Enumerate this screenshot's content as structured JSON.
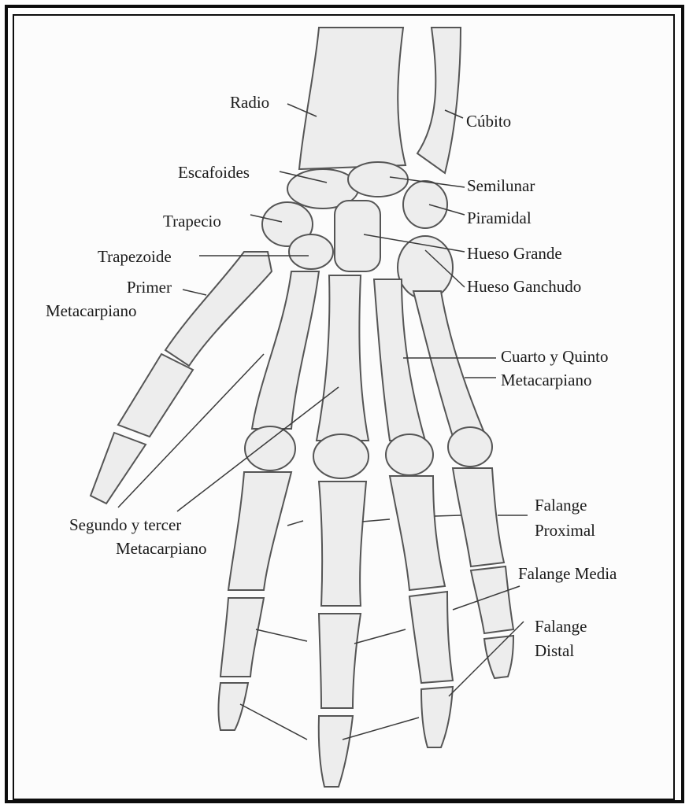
{
  "labels": {
    "radio": "Radio",
    "cubito": "Cúbito",
    "escafoides": "Escafoides",
    "semilunar": "Semilunar",
    "trapecio": "Trapecio",
    "piramidal": "Piramidal",
    "trapezoide": "Trapezoide",
    "hueso_grande": "Hueso Grande",
    "primer_metacarpiano": [
      "Primer",
      "Metacarpiano"
    ],
    "hueso_ganchudo": "Hueso Ganchudo",
    "cuarto_quinto_metacarpiano": [
      "Cuarto y Quinto",
      "Metacarpiano"
    ],
    "segundo_tercer_metacarpiano": [
      "Segundo y tercer",
      "Metacarpiano"
    ],
    "falange_proximal": [
      "Falange",
      "Proximal"
    ],
    "falange_media": "Falange Media",
    "falange_distal": [
      "Falange",
      "Distal"
    ]
  }
}
